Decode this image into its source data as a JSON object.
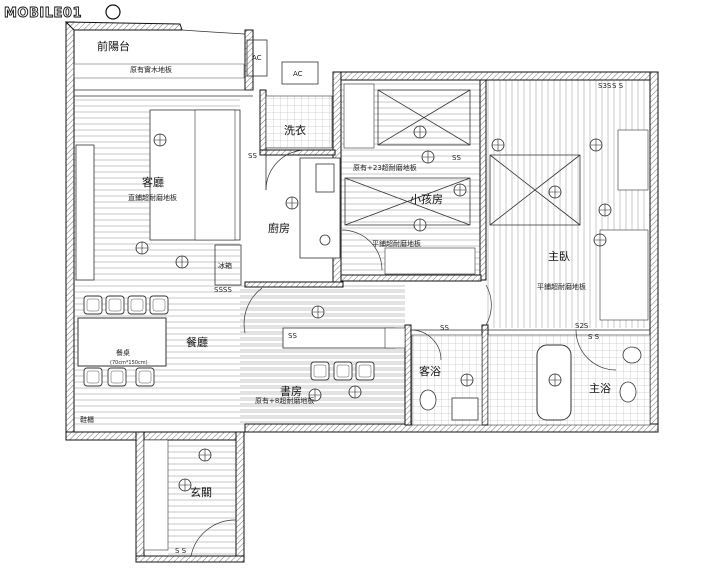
{
  "logo": {
    "text": "MOBILE01"
  },
  "rooms": {
    "front_balcony": "前陽台",
    "living_room": "客廳",
    "kitchen": "廚房",
    "kids_room": "小孩房",
    "master_bedroom": "主臥",
    "dining_room": "餐廳",
    "study": "書房",
    "guest_bath": "客浴",
    "master_bath": "主浴",
    "entrance": "玄關",
    "laundry": "洗衣"
  },
  "fixtures": {
    "ac_1": "AC",
    "ac_2": "AC",
    "fridge": "冰箱",
    "table": "餐桌",
    "table_dim": "(70cm*150cm)",
    "shoe_cabinet": "鞋櫃",
    "switch_codes": [
      "SSSS",
      "SS",
      "SS",
      "S3S",
      "SS",
      "S2S",
      "S S",
      "SS",
      "S S",
      "S S"
    ]
  },
  "floor_notes": {
    "balcony": "原有實木地板",
    "living": "直鋪超耐磨地板",
    "kids": "原有+23超耐磨地板",
    "kids_closet": "平鋪超耐磨地板",
    "master": "平鋪超耐磨地板",
    "study": "原有+8超耐磨地板"
  },
  "colors": {
    "line": "#111111",
    "floor": "#b5b5b5",
    "hatch": "#555555"
  }
}
